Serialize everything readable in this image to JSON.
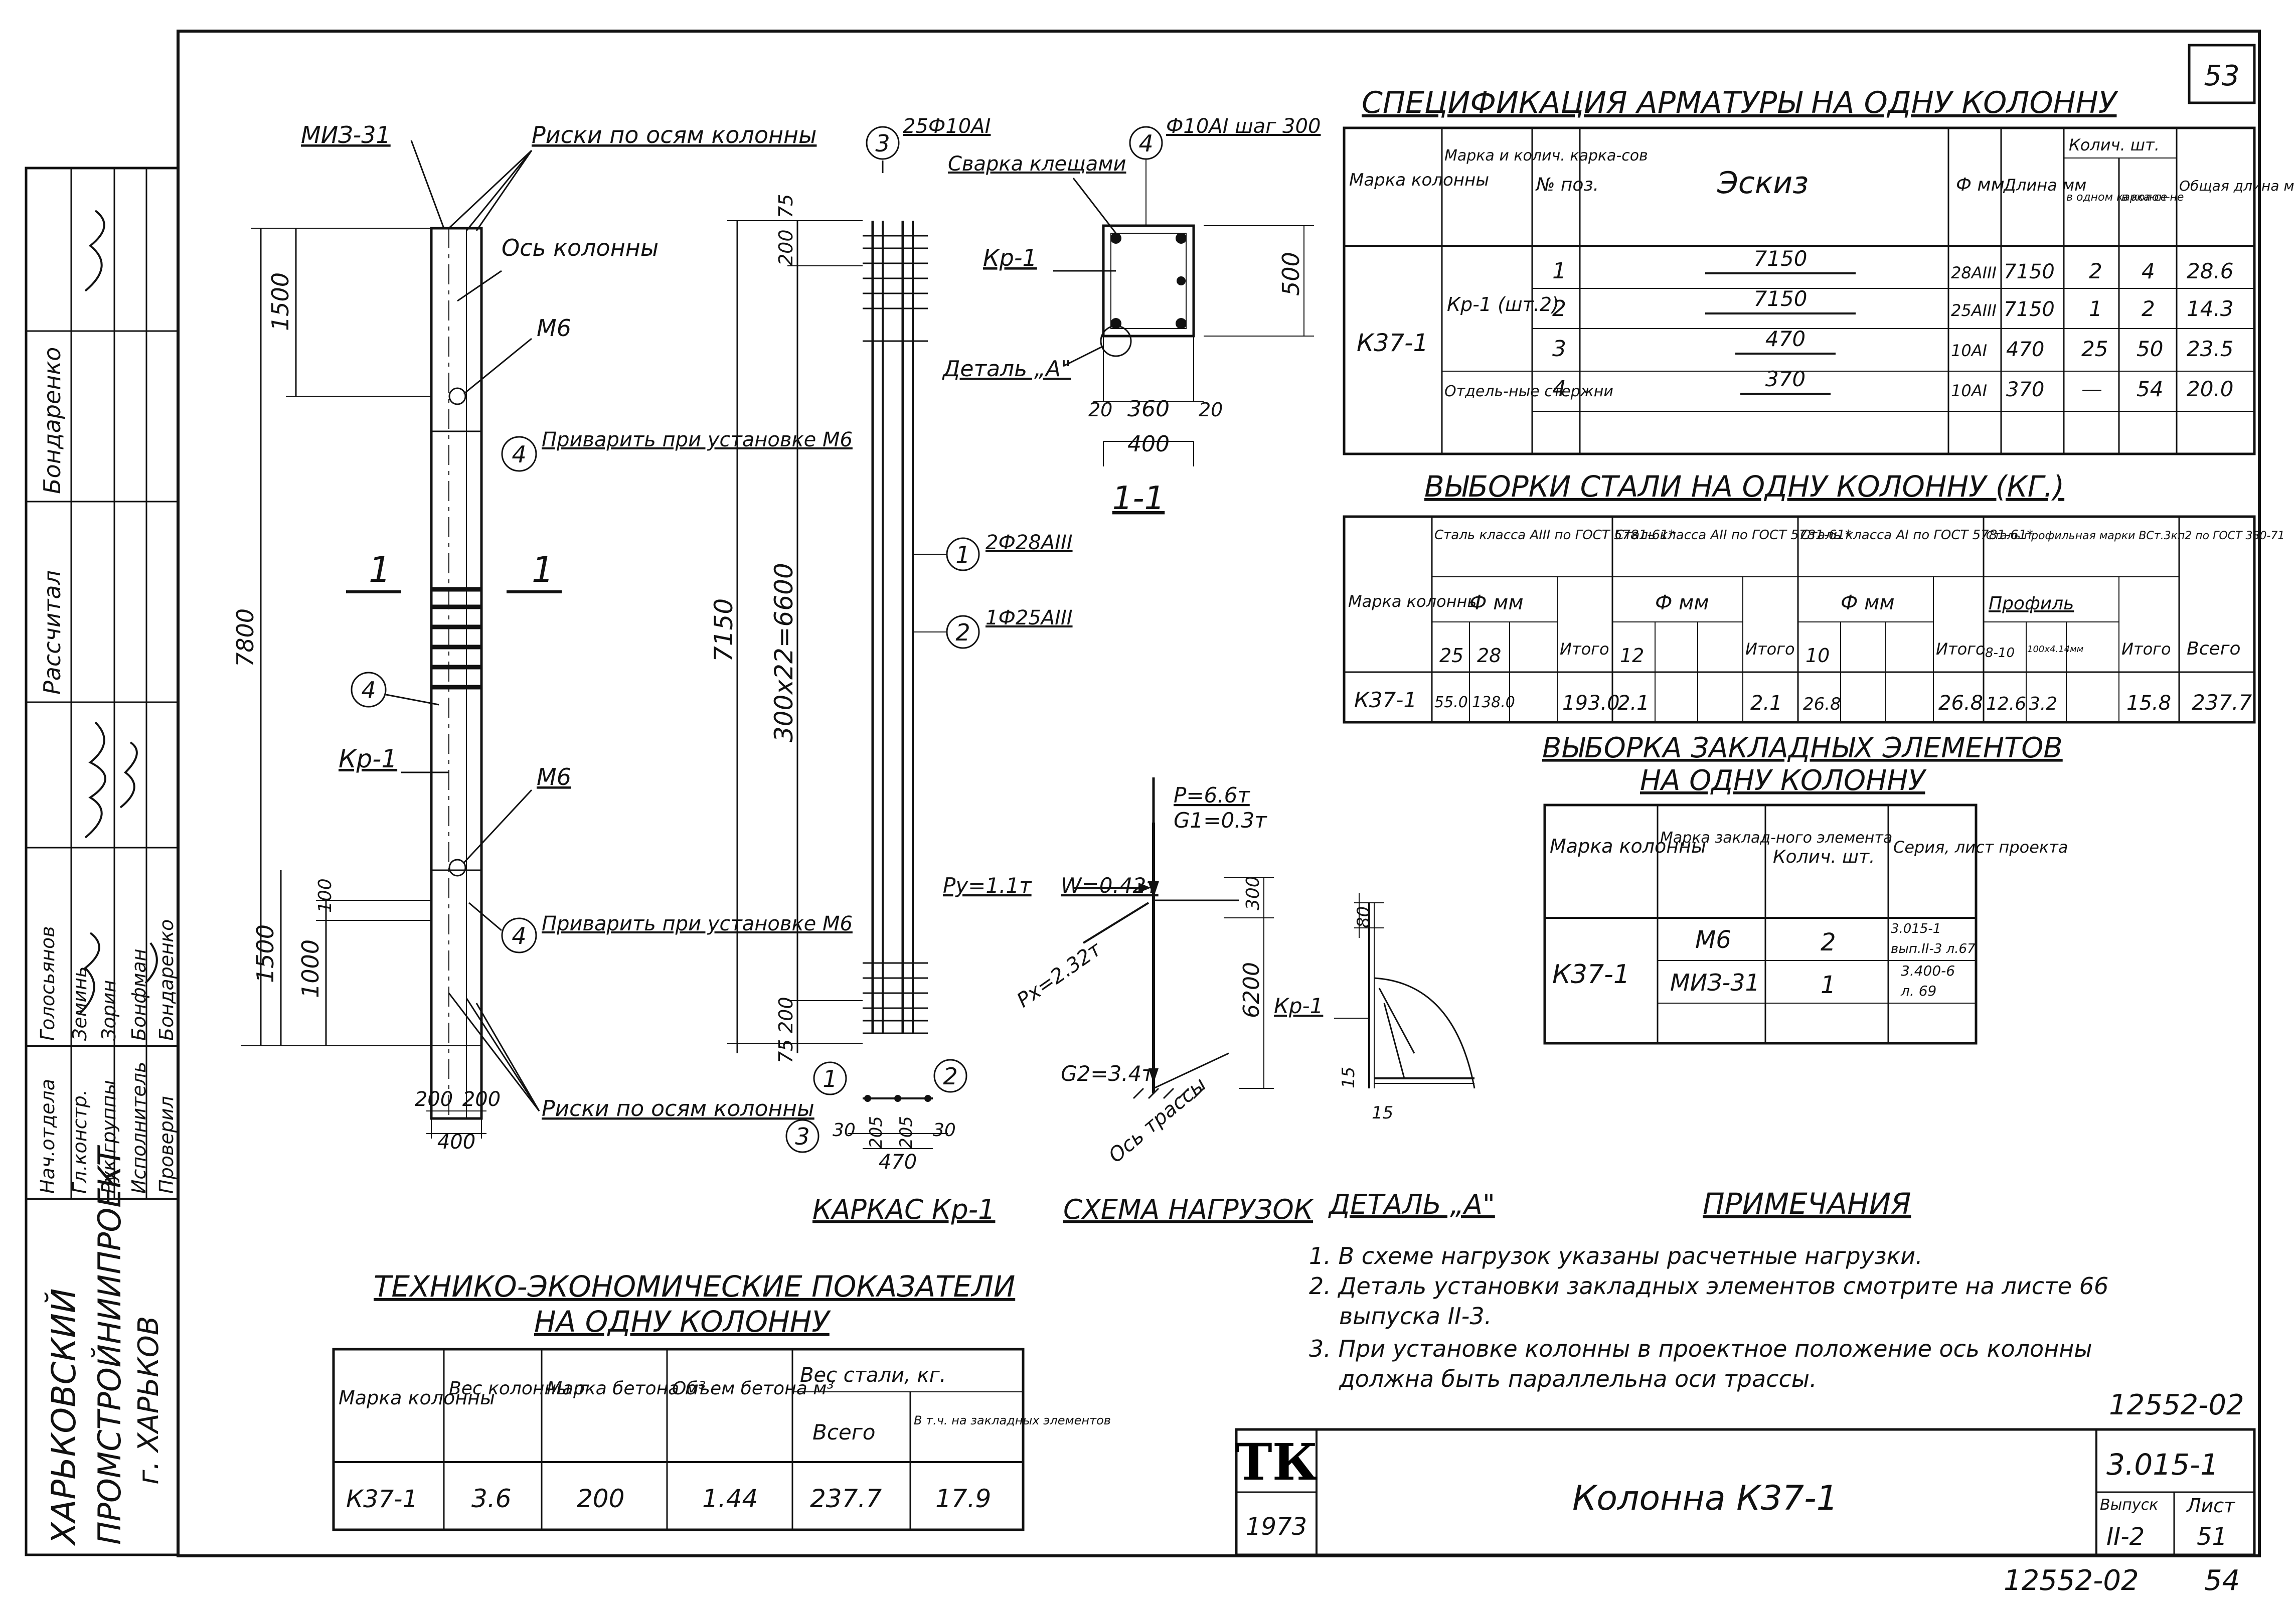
{
  "page_number": "53",
  "sheet_title": "СПЕЦИФИКАЦИЯ АРМАТУРЫ НА ОДНУ КОЛОННУ",
  "side_stamp": {
    "roles": [
      "Нач.отдела",
      "Гл.констр.",
      "Рук.группы",
      "Исполнитель",
      "Проверил"
    ],
    "names": [
      "Голосьянов",
      "Земинь",
      "Зорин",
      "Бонфман",
      "Бондаренко"
    ],
    "vertical_names": [
      "Бондаренко",
      "Рассчитал"
    ],
    "org_line1": "ХАРЬКОВСКИЙ",
    "org_line2": "ПРОМСТРОЙНИИПРОЕКТ",
    "org_line3": "г. ХАРЬКОВ"
  },
  "column_view": {
    "mark_top": "МИЗ-31",
    "risk_top": "Риски по осям колонны",
    "axis": "Ось колонны",
    "m6_top": "М6",
    "weld_top": "Приварить при установке М6",
    "section_mark": "1",
    "pos4": "4",
    "kr1": "Кр-1",
    "m6_bottom": "М6",
    "weld_bottom": "Приварить при установке М6",
    "risk_bottom": "Риски по осям колонны",
    "dims": {
      "top": "1500",
      "total": "7800",
      "bot1": "1500",
      "bot2": "1000",
      "bot3": "100",
      "w1": "200",
      "w2": "200",
      "w": "400"
    }
  },
  "frame_view": {
    "pos3_label": "25Ф10АI",
    "pos3": "3",
    "pos1_label": "2Ф28АIII",
    "pos1": "1",
    "pos2_label": "1Ф25АIII",
    "pos2": "2",
    "dims": {
      "d75": "75",
      "d200": "200",
      "d7150": "7150",
      "d6600": "300x22=6600",
      "d200b": "200",
      "d75b": "75"
    },
    "caption": "КАРКАС Кр-1",
    "sect": {
      "a": "30",
      "b": "205",
      "c": "205",
      "d": "30",
      "w": "470"
    }
  },
  "section_view": {
    "pos4_label": "Ф10АI шаг 300",
    "pos4": "4",
    "weld": "Сварка клещами",
    "kr1": "Кр-1",
    "detail": "Деталь „А\"",
    "dims": {
      "h": "500",
      "a": "20",
      "b": "360",
      "c": "20",
      "w": "400"
    },
    "caption": "1-1"
  },
  "load_scheme": {
    "p": "P=6.6т",
    "g1": "G1=0.3т",
    "py": "Py=1.1т",
    "w": "W=0.42т",
    "px": "Px=2.32т",
    "g2": "G2=3.4т",
    "d300": "300",
    "d6200": "6200",
    "axis": "Ось трассы",
    "caption": "СХЕМА НАГРУЗОК"
  },
  "detail_a": {
    "kr1": "Кр-1",
    "d80": "80",
    "d15a": "15",
    "d15b": "15",
    "caption": "ДЕТАЛЬ „А\""
  },
  "spec_table": {
    "headers": [
      "Марка колонны",
      "Марка и колич. карка-сов",
      "№ поз.",
      "Эскиз",
      "Ф мм",
      "Длина мм",
      "Колич. шт.",
      "Общая длина м"
    ],
    "qty_sub": [
      "в одном карка-се",
      "в колон-не"
    ],
    "column_mark": "К37-1",
    "groups": [
      "Кр-1 (шт.2)",
      "Отдель-ные стержни"
    ],
    "rows": [
      {
        "pos": "1",
        "sketch": "7150",
        "dia": "28АIII",
        "len": "7150",
        "q1": "2",
        "q2": "4",
        "total": "28.6"
      },
      {
        "pos": "2",
        "sketch": "7150",
        "dia": "25АIII",
        "len": "7150",
        "q1": "1",
        "q2": "2",
        "total": "14.3"
      },
      {
        "pos": "3",
        "sketch": "470",
        "dia": "10АI",
        "len": "470",
        "q1": "25",
        "q2": "50",
        "total": "23.5"
      },
      {
        "pos": "4",
        "sketch": "370",
        "dia": "10АI",
        "len": "370",
        "q1": "—",
        "q2": "54",
        "total": "20.0"
      }
    ]
  },
  "steel_title": "ВЫБОРКИ СТАЛИ НА ОДНУ КОЛОННУ (КГ.)",
  "steel_table": {
    "mark_header": "Марка колонны",
    "groups": [
      "Сталь класса AIII по ГОСТ 5781-61*",
      "Сталь класса AII по ГОСТ 5781-61*",
      "Сталь класса AI по ГОСТ 5781-61*",
      "Сталь профильная марки ВСт.3кп2 по ГОСТ 380-71"
    ],
    "dia_label": "Ф мм",
    "profile_label": "Профиль",
    "itogo": "Итого",
    "vsego": "Всего",
    "sub": [
      "25",
      "28",
      "12",
      "10",
      "8-10",
      "100x4.14мм"
    ],
    "row": {
      "mark": "К37-1",
      "c25": "55.0",
      "c28": "138.0",
      "it1": "193.0",
      "c12": "2.1",
      "it2": "2.1",
      "c10": "26.8",
      "it3": "26.8",
      "p1": "12.6",
      "p2": "3.2",
      "it4": "15.8",
      "total": "237.7"
    }
  },
  "embed_title1": "ВЫБОРКА ЗАКЛАДНЫХ ЭЛЕМЕНТОВ",
  "embed_title2": "НА ОДНУ КОЛОННУ",
  "embed_table": {
    "headers": [
      "Марка колонны",
      "Марка заклад-ного элемента",
      "Колич. шт.",
      "Серия, лист проекта"
    ],
    "column_mark": "К37-1",
    "rows": [
      {
        "mark": "М6",
        "qty": "2",
        "ref1": "3.015-1",
        "ref2": "вып.II-3 л.67"
      },
      {
        "mark": "МИЗ-31",
        "qty": "1",
        "ref1": "3.400-6",
        "ref2": "л. 69"
      }
    ]
  },
  "notes_title": "ПРИМЕЧАНИЯ",
  "notes": [
    "1. В схеме нагрузок указаны расчетные нагрузки.",
    "2. Деталь установки закладных элементов смотрите на листе 66",
    "выпуска II-3.",
    "3. При установке колонны в проектное положение ось колонны",
    "должна быть параллельна оси трассы."
  ],
  "tep_title1": "ТЕХНИКО-ЭКОНОМИЧЕСКИЕ ПОКАЗАТЕЛИ",
  "tep_title2": "НА ОДНУ КОЛОННУ",
  "tep_table": {
    "headers": [
      "Марка колонны",
      "Вес колонны т",
      "Марка бетона м³",
      "Объем бетона м³",
      "Вес стали, кг.",
      "Всего",
      "В т.ч. на закладных элементов"
    ],
    "row": {
      "mark": "К37-1",
      "weight": "3.6",
      "concrete": "200",
      "volume": "1.44",
      "steel_total": "237.7",
      "embed": "17.9"
    }
  },
  "title_block": {
    "logo": "ТК",
    "year": "1973",
    "title": "Колонна К37-1",
    "code": "12552-02",
    "series": "3.015-1",
    "issue_label": "Выпуск",
    "sheet_label": "Лист",
    "issue": "II-2",
    "sheet": "51",
    "bottom_code": "12552-02",
    "bottom_num": "54"
  }
}
